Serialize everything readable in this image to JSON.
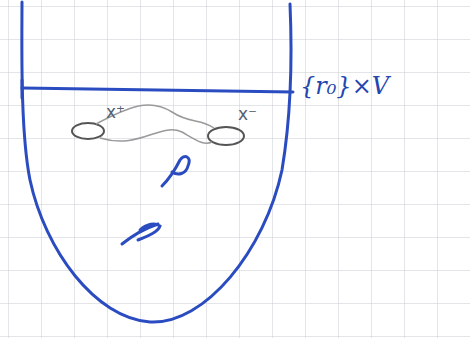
{
  "diagram": {
    "labels": [
      "x⁺",
      "x⁻",
      "{r₀}×V"
    ]
  }
}
